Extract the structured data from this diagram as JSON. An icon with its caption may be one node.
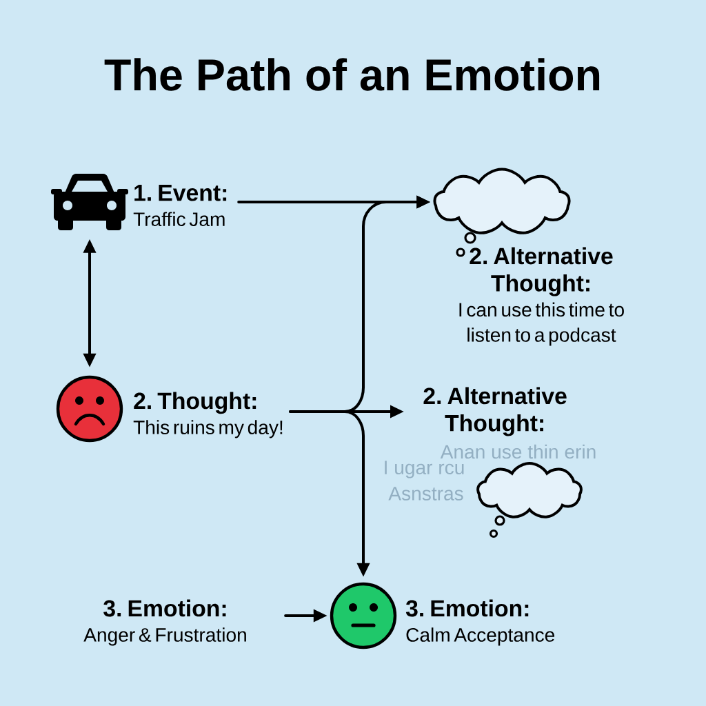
{
  "diagram": {
    "title": "The Path of an Emotion",
    "nodes": [
      {
        "text": [],
        "shape": "picture"
      },
      {
        "text": [
          "1. Event:",
          "Traffic Jam"
        ]
      },
      {
        "text": [],
        "shape": "circle"
      },
      {
        "text": [
          "2. Thought:",
          "This ruins my day!"
        ]
      },
      {
        "text": [],
        "shape": "cloud"
      },
      {
        "text": [
          "2. Alternative Thought:",
          "I can use this time to listen to a podcast"
        ]
      },
      {
        "text": [
          "2. Alternative Thought:"
        ]
      },
      {
        "text": [],
        "shape": "cloud",
        "beside": [
          "Anan use thin erin",
          "I ugar rcu",
          "Asnstras"
        ]
      },
      {
        "text": [
          "3. Emotion:",
          "Anger & Frustration"
        ]
      },
      {
        "text": [],
        "shape": "circle"
      },
      {
        "text": [
          "3. Emotion:",
          "Calm Acceptance"
        ]
      }
    ],
    "edges": [
      {
        "from": 0,
        "to": 2,
        "arrow": "both"
      },
      {
        "from": 1,
        "to": 4,
        "arrow": "to"
      },
      {
        "from": 3,
        "to": 4,
        "arrow": "to"
      },
      {
        "from": 3,
        "to": 6,
        "arrow": "to"
      },
      {
        "from": 3,
        "to": 9,
        "arrow": "to"
      },
      {
        "from": 8,
        "to": 9,
        "arrow": "to"
      }
    ]
  }
}
